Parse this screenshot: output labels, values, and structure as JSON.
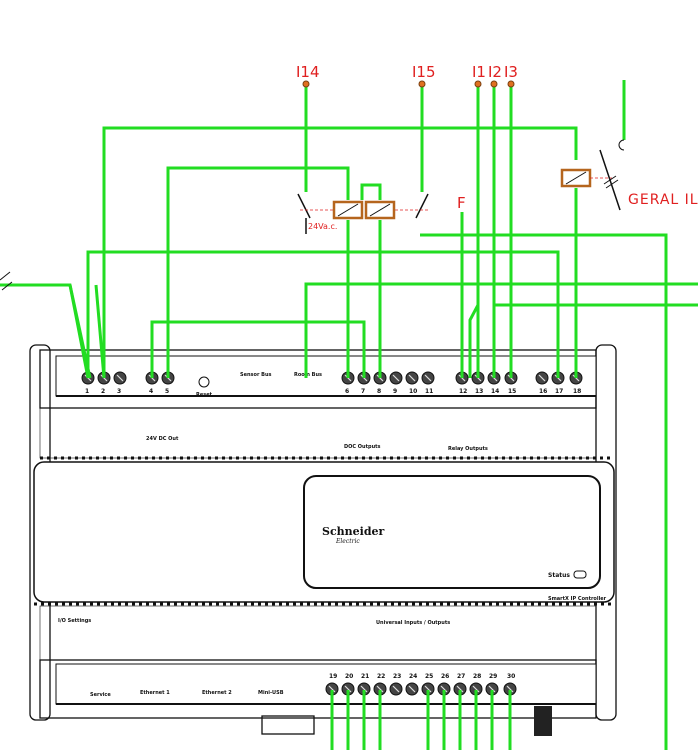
{
  "labels": {
    "i14": "I14",
    "i15": "I15",
    "i1": "I1",
    "i2": "I2",
    "i3": "I3",
    "f": "F",
    "geral": "GERAL IL",
    "voltage": "24Va.c."
  },
  "device": {
    "brand": "Schneider",
    "brand_sub": "Electric",
    "status": "Status",
    "model": "SmartX IP Controller",
    "io_title": "Universal Inputs / Outputs",
    "top_terminals": [
      "1",
      "2",
      "3",
      "4",
      "5",
      "6",
      "7",
      "8",
      "9",
      "10",
      "11",
      "12",
      "13",
      "14",
      "15",
      "16",
      "17",
      "18"
    ],
    "bottom_terminals": [
      "19",
      "20",
      "21",
      "22",
      "23",
      "24",
      "25",
      "26",
      "27",
      "28",
      "29",
      "30"
    ],
    "top_captions": {
      "reset": "Reset",
      "sensor_bus": "Sensor\nBus",
      "room_bus": "Room\nBus",
      "dc_outputs": "DOC Outputs",
      "relay_outputs": "Relay Outputs",
      "power": "24V DC Out"
    },
    "bottom_captions": {
      "service": "Service",
      "eth1": "Ethernet 1",
      "eth2": "Ethernet 2",
      "usb": "Mini-USB",
      "settings": "I/O Settings"
    }
  },
  "colors": {
    "wire": "#22dd22",
    "label": "#e02020",
    "coil": "#b5651d",
    "terminal_dot": "#e07020"
  }
}
